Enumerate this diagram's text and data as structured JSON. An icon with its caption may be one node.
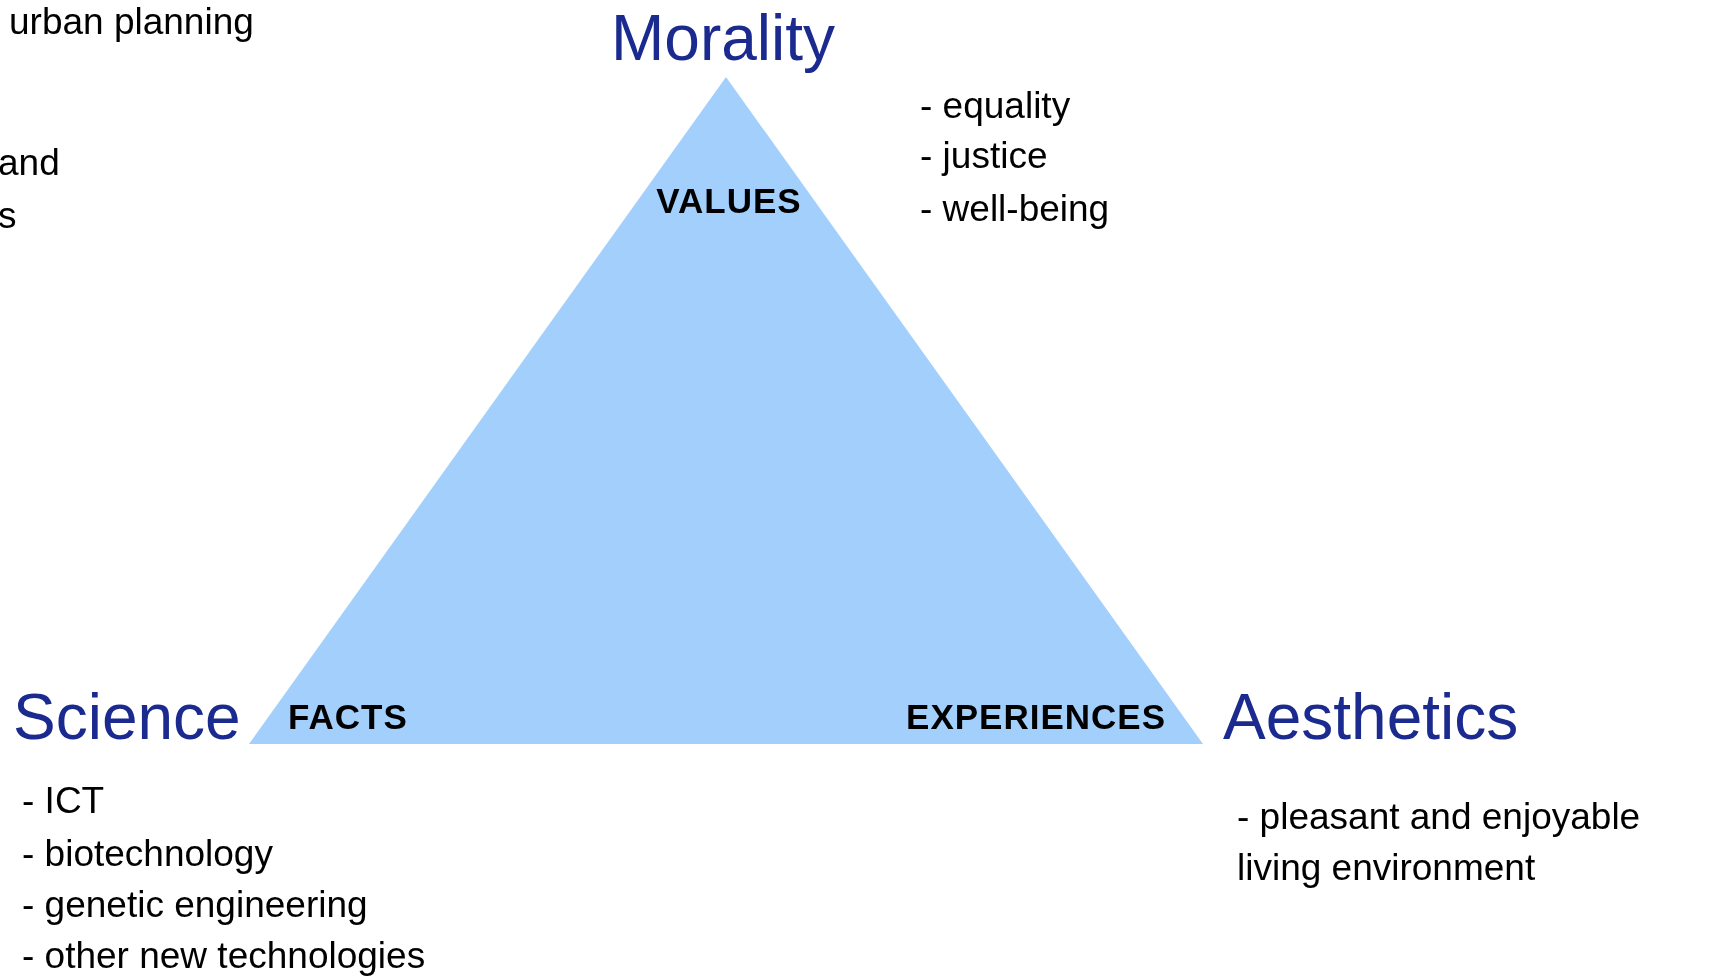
{
  "diagram": {
    "nodes": [
      {
        "text": [
          "VALUES",
          "FACTS",
          "EXPERIENCES"
        ]
      }
    ],
    "labels": [
      "urban planning",
      "and",
      "s",
      "Morality",
      "- equality",
      "- justice",
      "- well-being",
      "Science",
      "Aesthetics",
      "- ICT",
      "- biotechnology",
      "- genetic engineering",
      "- other new technologies",
      "- pleasant and enjoyable living environment"
    ]
  }
}
